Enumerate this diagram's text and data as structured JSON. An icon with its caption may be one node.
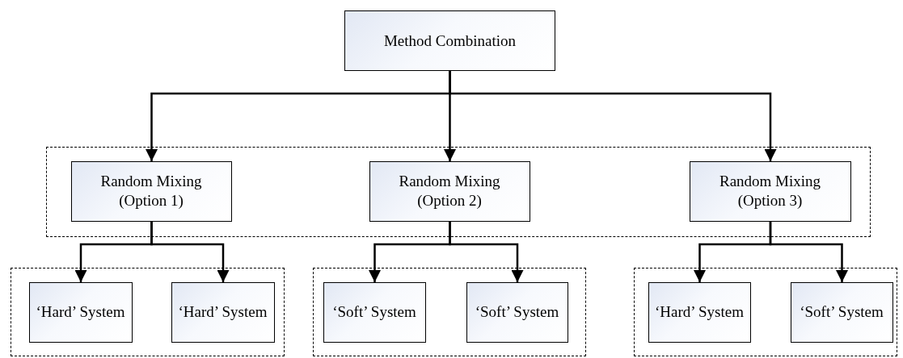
{
  "diagram": {
    "nodes": [
      {
        "text": [
          "Method Combination"
        ]
      },
      {
        "text": [],
        "shape": "box"
      },
      {
        "text": [
          "Random Mixing (Option 1)"
        ],
        "in": 1
      },
      {
        "text": [
          "Random Mixing (Option 2)"
        ],
        "in": 1
      },
      {
        "text": [
          "Random Mixing (Option 3)"
        ],
        "in": 1
      },
      {
        "text": [],
        "shape": "box"
      },
      {
        "text": [
          "‘Hard’ System"
        ],
        "in": 5
      },
      {
        "text": [
          "‘Hard’ System"
        ],
        "in": 5
      },
      {
        "text": [],
        "shape": "box"
      },
      {
        "text": [
          "‘Soft’ System"
        ],
        "in": 8
      },
      {
        "text": [
          "‘Soft’ System"
        ],
        "in": 8
      },
      {
        "text": [],
        "shape": "box"
      },
      {
        "text": [
          "‘Hard’ System"
        ],
        "in": 11
      },
      {
        "text": [
          "‘Soft’ System"
        ],
        "in": 11
      }
    ],
    "edges": [
      {
        "from": 0,
        "to": 2,
        "arrow": "to"
      },
      {
        "from": 0,
        "to": 3,
        "arrow": "to"
      },
      {
        "from": 0,
        "to": 4,
        "arrow": "to"
      },
      {
        "from": 2,
        "to": 6,
        "arrow": "to"
      },
      {
        "from": 2,
        "to": 7,
        "arrow": "to"
      },
      {
        "from": 3,
        "to": 9,
        "arrow": "to"
      },
      {
        "from": 3,
        "to": 10,
        "arrow": "to"
      },
      {
        "from": 4,
        "to": 12,
        "arrow": "to"
      },
      {
        "from": 4,
        "to": 13,
        "arrow": "to"
      }
    ]
  }
}
